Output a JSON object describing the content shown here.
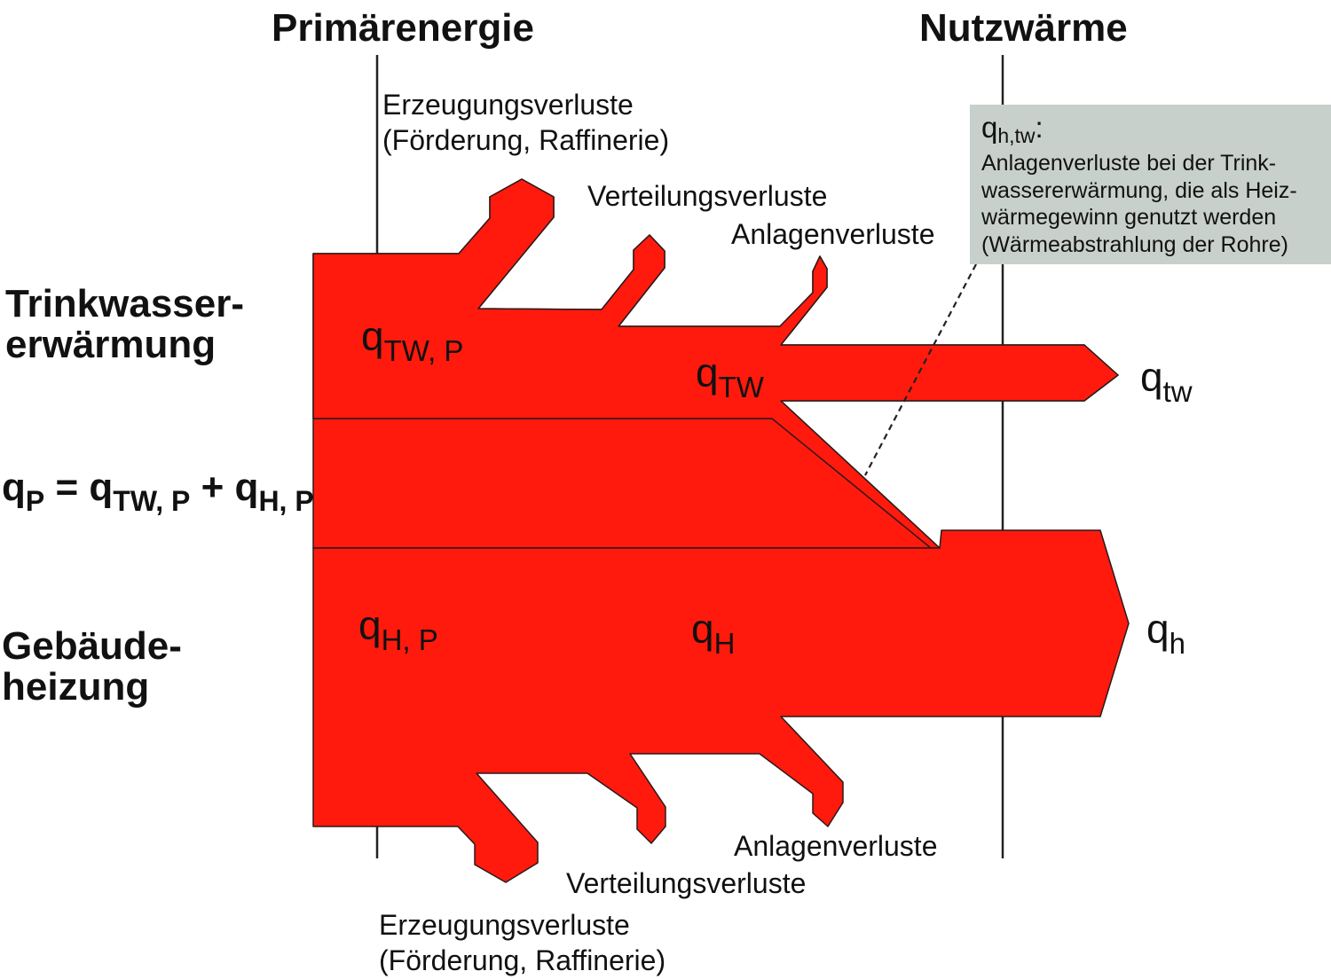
{
  "headings": {
    "left": "Primärenergie",
    "right": "Nutzwärme"
  },
  "side_labels": {
    "drinking_water": [
      "Trinkwasser-",
      "erwärmung"
    ],
    "building_heating": [
      "Gebäude-",
      "heizung"
    ]
  },
  "formula": {
    "q": "q",
    "p_sub": "P",
    "eq": " = ",
    "tw_p_sub": "TW, P",
    "plus": " + ",
    "h_p_sub": "H, P"
  },
  "flows": {
    "q_tw_p": {
      "base": "q",
      "sub": "TW, P"
    },
    "q_tw": {
      "base": "q",
      "sub": "TW"
    },
    "q_tw_out": {
      "base": "q",
      "sub": "tw"
    },
    "q_h_p": {
      "base": "q",
      "sub": "H, P"
    },
    "q_h": {
      "base": "q",
      "sub": "H"
    },
    "q_h_out": {
      "base": "q",
      "sub": "h"
    }
  },
  "losses_top": {
    "generation": [
      "Erzeugungsverluste",
      "(Förderung, Raffinerie)"
    ],
    "distribution": "Verteilungsverluste",
    "system": "Anlagenverluste"
  },
  "losses_bottom": {
    "generation": [
      "Erzeugungsverluste",
      "(Förderung, Raffinerie)"
    ],
    "distribution": "Verteilungsverluste",
    "system": "Anlagenverluste"
  },
  "note": {
    "title_base": "q",
    "title_sub": "h,tw",
    "title_suffix": ":",
    "lines": [
      "Anlagenverluste bei der Trink-",
      "wassererwärmung, die als Heiz-",
      "wärmegewinn genutzt werden",
      "(Wärmeabstrahlung der Rohre)"
    ]
  },
  "colors": {
    "flow_fill": "#ff1a0d",
    "flow_stroke": "#2a1a1a",
    "note_background": "#c8d0cb",
    "line": "#222222"
  }
}
